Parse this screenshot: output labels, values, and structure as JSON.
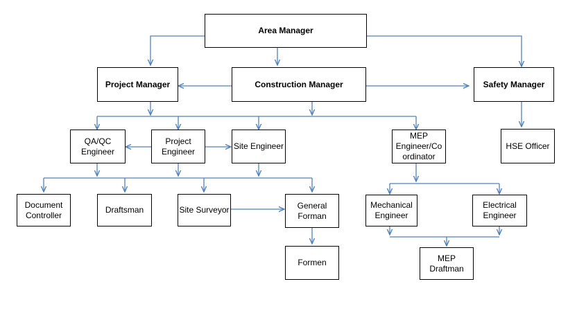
{
  "colors": {
    "connector": "#4f81bd",
    "box_border": "#000000"
  },
  "nodes": {
    "area_manager": "Area Manager",
    "project_manager": "Project Manager",
    "construction_manager": "Construction Manager",
    "safety_manager": "Safety Manager",
    "qa_qc_engineer": "QA/QC\nEngineer",
    "project_engineer": "Project\nEngineer",
    "site_engineer": "Site Engineer",
    "mep_coordinator": "MEP\nEngineer/Co\nordinator",
    "hse_officer": "HSE Officer",
    "document_controller": "Document\nController",
    "draftsman": "Draftsman",
    "site_surveyor": "Site Surveyor",
    "general_forman": "General\nForman",
    "mechanical_engineer": "Mechanical\nEngineer",
    "electrical_engineer": "Electrical\nEngineer",
    "formen": "Formen",
    "mep_draftman": "MEP\nDraftman"
  }
}
